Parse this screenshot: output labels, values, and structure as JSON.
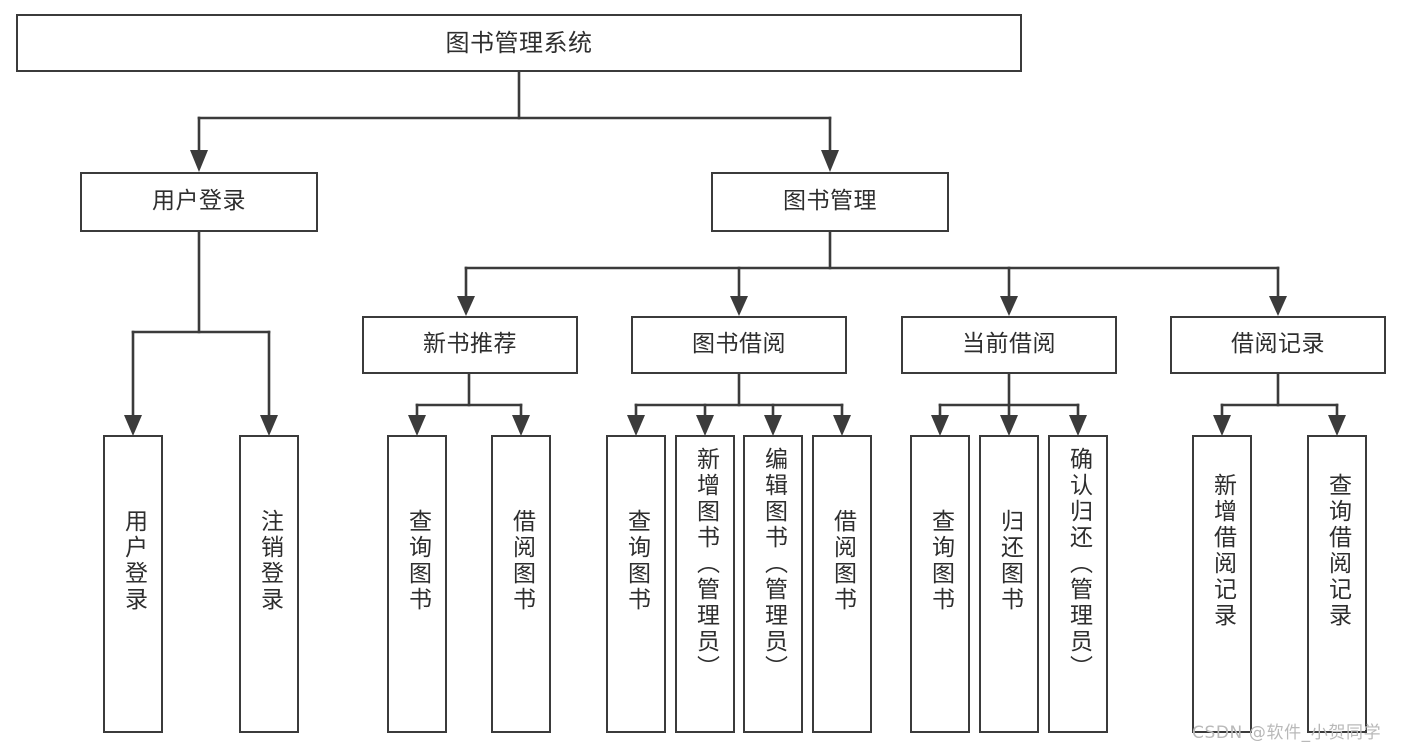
{
  "diagram": {
    "title": "图书管理系统",
    "type": "tree-hierarchy",
    "root": {
      "id": "root",
      "label": "图书管理系统"
    },
    "level2": [
      {
        "id": "user-login",
        "label": "用户登录"
      },
      {
        "id": "book-manage",
        "label": "图书管理"
      }
    ],
    "level3": [
      {
        "id": "new-book-rec",
        "label": "新书推荐",
        "parent": "book-manage"
      },
      {
        "id": "book-borrow",
        "label": "图书借阅",
        "parent": "book-manage"
      },
      {
        "id": "current-borrow",
        "label": "当前借阅",
        "parent": "book-manage"
      },
      {
        "id": "borrow-record",
        "label": "借阅记录",
        "parent": "book-manage"
      }
    ],
    "leaves": [
      {
        "id": "leaf-user-login",
        "label": "用户登录",
        "parent": "user-login"
      },
      {
        "id": "leaf-logout",
        "label": "注销登录",
        "parent": "user-login"
      },
      {
        "id": "leaf-query-book-1",
        "label": "查询图书",
        "parent": "new-book-rec"
      },
      {
        "id": "leaf-borrow-book-1",
        "label": "借阅图书",
        "parent": "new-book-rec"
      },
      {
        "id": "leaf-query-book-2",
        "label": "查询图书",
        "parent": "book-borrow"
      },
      {
        "id": "leaf-add-book",
        "label": "新增图书（管理员）",
        "parent": "book-borrow"
      },
      {
        "id": "leaf-edit-book",
        "label": "编辑图书（管理员）",
        "parent": "book-borrow"
      },
      {
        "id": "leaf-borrow-book-2",
        "label": "借阅图书",
        "parent": "book-borrow"
      },
      {
        "id": "leaf-query-book-3",
        "label": "查询图书",
        "parent": "current-borrow"
      },
      {
        "id": "leaf-return-book",
        "label": "归还图书",
        "parent": "current-borrow"
      },
      {
        "id": "leaf-confirm-return",
        "label": "确认归还（管理员）",
        "parent": "current-borrow"
      },
      {
        "id": "leaf-add-record",
        "label": "新增借阅记录",
        "parent": "borrow-record"
      },
      {
        "id": "leaf-query-record",
        "label": "查询借阅记录",
        "parent": "borrow-record"
      }
    ]
  },
  "watermark": {
    "text": "CSDN @软件_小贺同学"
  },
  "colors": {
    "box_border": "#3b3b3b",
    "box_fill": "#ffffff",
    "text": "#2e2e2e",
    "connector": "#3b3b3b",
    "watermark": "#b9b9b9",
    "background": "#ffffff"
  }
}
